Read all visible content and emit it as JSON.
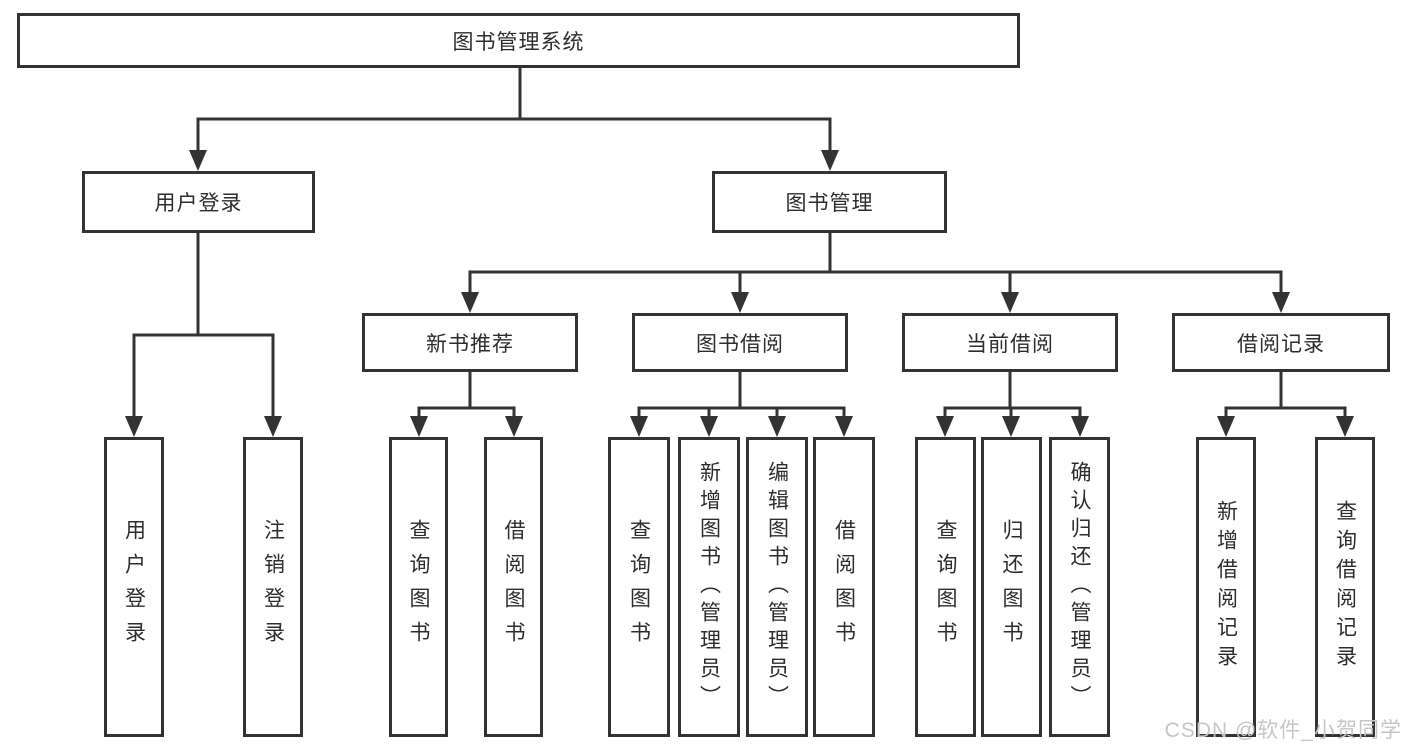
{
  "diagram": {
    "title": "图书管理系统",
    "type": "tree",
    "colors": {
      "line": "#333333",
      "box_border": "#333333",
      "box_fill": "#ffffff",
      "text": "#2d2d2d",
      "watermark": "#c6c6c6"
    },
    "root": {
      "label": "图书管理系统",
      "children": [
        {
          "label": "用户登录",
          "children": [
            {
              "label": "用户登录"
            },
            {
              "label": "注销登录"
            }
          ]
        },
        {
          "label": "图书管理",
          "children": [
            {
              "label": "新书推荐",
              "children": [
                {
                  "label": "查询图书"
                },
                {
                  "label": "借阅图书"
                }
              ]
            },
            {
              "label": "图书借阅",
              "children": [
                {
                  "label": "查询图书"
                },
                {
                  "label": "新增图书（管理员）"
                },
                {
                  "label": "编辑图书（管理员）"
                },
                {
                  "label": "借阅图书"
                }
              ]
            },
            {
              "label": "当前借阅",
              "children": [
                {
                  "label": "查询图书"
                },
                {
                  "label": "归还图书"
                },
                {
                  "label": "确认归还（管理员）"
                }
              ]
            },
            {
              "label": "借阅记录",
              "children": [
                {
                  "label": "新增借阅记录"
                },
                {
                  "label": "查询借阅记录"
                }
              ]
            }
          ]
        }
      ]
    }
  },
  "watermark": {
    "text": "CSDN @软件_小贺同学"
  }
}
